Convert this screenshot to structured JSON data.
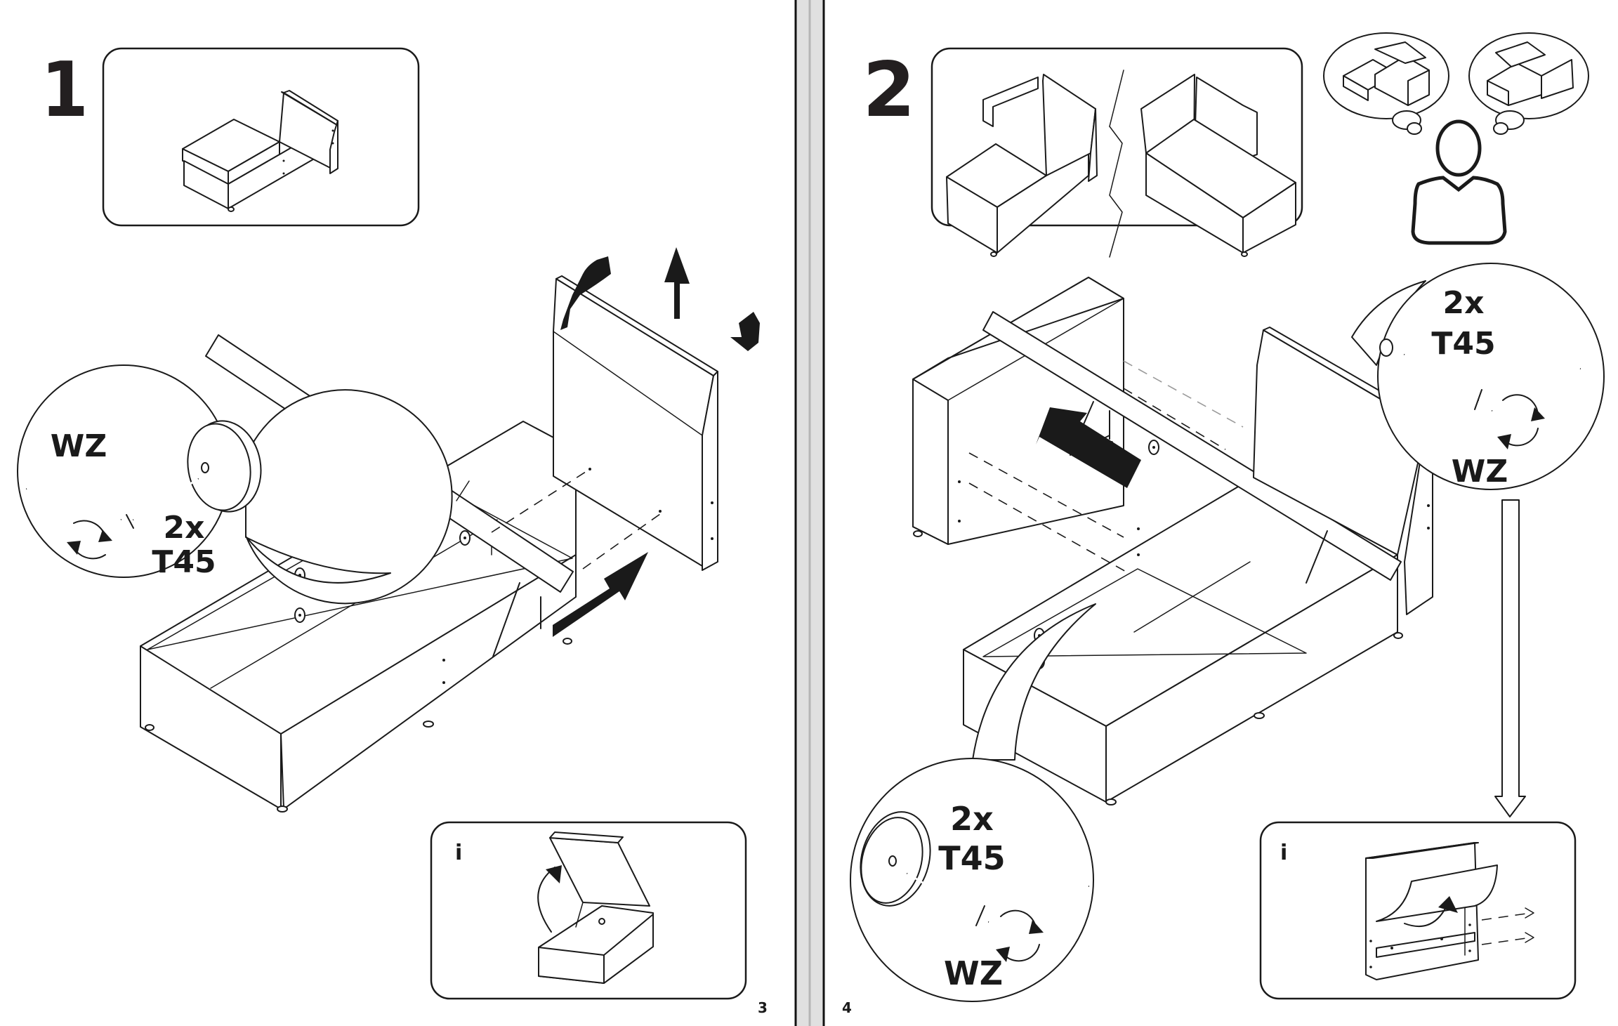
{
  "document": {
    "type": "assembly-instructions",
    "spread_pages": [
      "3",
      "4"
    ],
    "colors": {
      "ink": "#1a1a1a",
      "paper": "#ffffff",
      "gutter": "#e0e0e0",
      "gutter_line": "#b5b5b5"
    }
  },
  "left_page": {
    "page_number": "3",
    "step": {
      "number": "1",
      "overview_icon": "chaise-module-icon",
      "callout": {
        "label_tool": "WZ",
        "quantity": "2x",
        "part_code": "T45",
        "icons": [
          "allen-key-icon",
          "screw-icon",
          "cap-disc-icon",
          "rotate-arrows-icon"
        ]
      },
      "main_icons": [
        "storage-bed-base-icon",
        "headboard-panel-icon",
        "lift-up-arrow-icon",
        "push-arrow-icon",
        "hand-icon"
      ],
      "info_box": {
        "label": "i",
        "icon": "open-lid-icon"
      }
    }
  },
  "right_page": {
    "page_number": "4",
    "step": {
      "number": "2",
      "overview_icons": [
        "left-chaise-icon",
        "right-chaise-icon"
      ],
      "thought": {
        "icons": [
          "corner-sofa-left-icon",
          "corner-sofa-right-icon"
        ],
        "person_icon": "person-icon"
      },
      "callouts": [
        {
          "quantity": "2x",
          "part_code": "T45",
          "label_tool": "WZ"
        },
        {
          "quantity": "2x",
          "part_code": "T45",
          "label_tool": "WZ"
        }
      ],
      "info_box": {
        "label": "i",
        "icon": "flip-panel-icon"
      }
    }
  }
}
